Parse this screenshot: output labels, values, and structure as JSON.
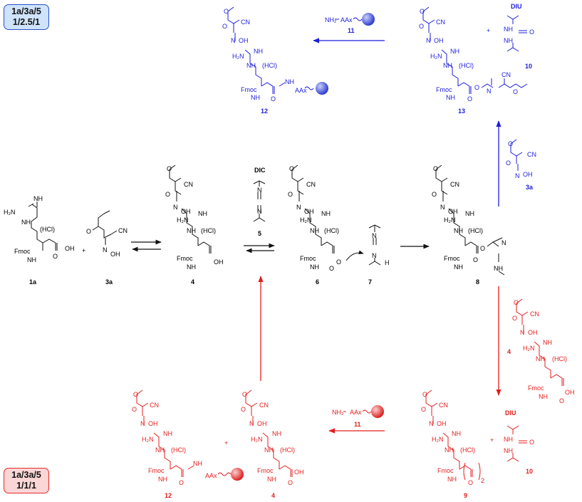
{
  "conditions": {
    "blue": {
      "line1": "1a/3a/5",
      "line2": "1/2.5/1"
    },
    "red": {
      "line1": "1a/3a/5",
      "line2": "1/1/1"
    }
  },
  "colors": {
    "black": "#111111",
    "blue": "#1d1ddb",
    "red": "#e41e1e",
    "blue_bead": "#3b4fe0",
    "red_bead": "#f03a3a"
  },
  "labels": {
    "c1a": "1a",
    "c3a": "3a",
    "c4": "4",
    "c5": "5",
    "c6": "6",
    "c7": "7",
    "c8": "8",
    "c9": "9",
    "c10": "10",
    "c11": "11",
    "c12": "12",
    "c13": "13",
    "dic": "DIC",
    "diu": "DIU"
  },
  "atoms": {
    "h2n": "H₂N",
    "nh": "NH",
    "hcl": "(HCl)",
    "fmoc": "Fmoc",
    "oh": "OH",
    "o": "O",
    "cn": "CN",
    "n": "N",
    "noh": "N",
    "oh_ox": "OH",
    "h": "H",
    "plus": "+",
    "aax": "AAx",
    "nh2": "NH₂",
    "two": "2"
  }
}
